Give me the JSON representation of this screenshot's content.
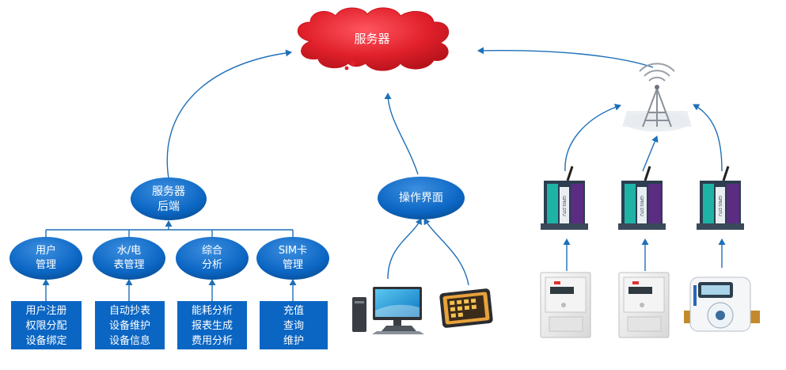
{
  "server": {
    "label": "服务器"
  },
  "backend": {
    "line1": "服务器",
    "line2": "后端"
  },
  "ui_node": {
    "label": "操作界面"
  },
  "modules": [
    {
      "line1": "用户",
      "line2": "管理"
    },
    {
      "line1": "水/电",
      "line2": "表管理"
    },
    {
      "line1": "综合",
      "line2": "分析"
    },
    {
      "line1": "SIM卡",
      "line2": "管理"
    }
  ],
  "details": [
    {
      "l1": "用户注册",
      "l2": "权限分配",
      "l3": "设备绑定"
    },
    {
      "l1": "自动抄表",
      "l2": "设备维护",
      "l3": "设备信息"
    },
    {
      "l1": "能耗分析",
      "l2": "报表生成",
      "l3": "费用分析"
    },
    {
      "l1": "充值",
      "l2": "查询",
      "l3": "维护"
    }
  ],
  "dtu_label": "GPRS DTU",
  "icons": [
    "cloud-icon",
    "signal-tower-icon",
    "desktop-computer-icon",
    "tablet-icon",
    "dtu-modem-icon",
    "electric-meter-icon",
    "water-meter-icon"
  ],
  "colors": {
    "node_blue": "#0b66c3",
    "cloud_red": "#e0202a",
    "arrow_blue": "#1e6fb8"
  }
}
